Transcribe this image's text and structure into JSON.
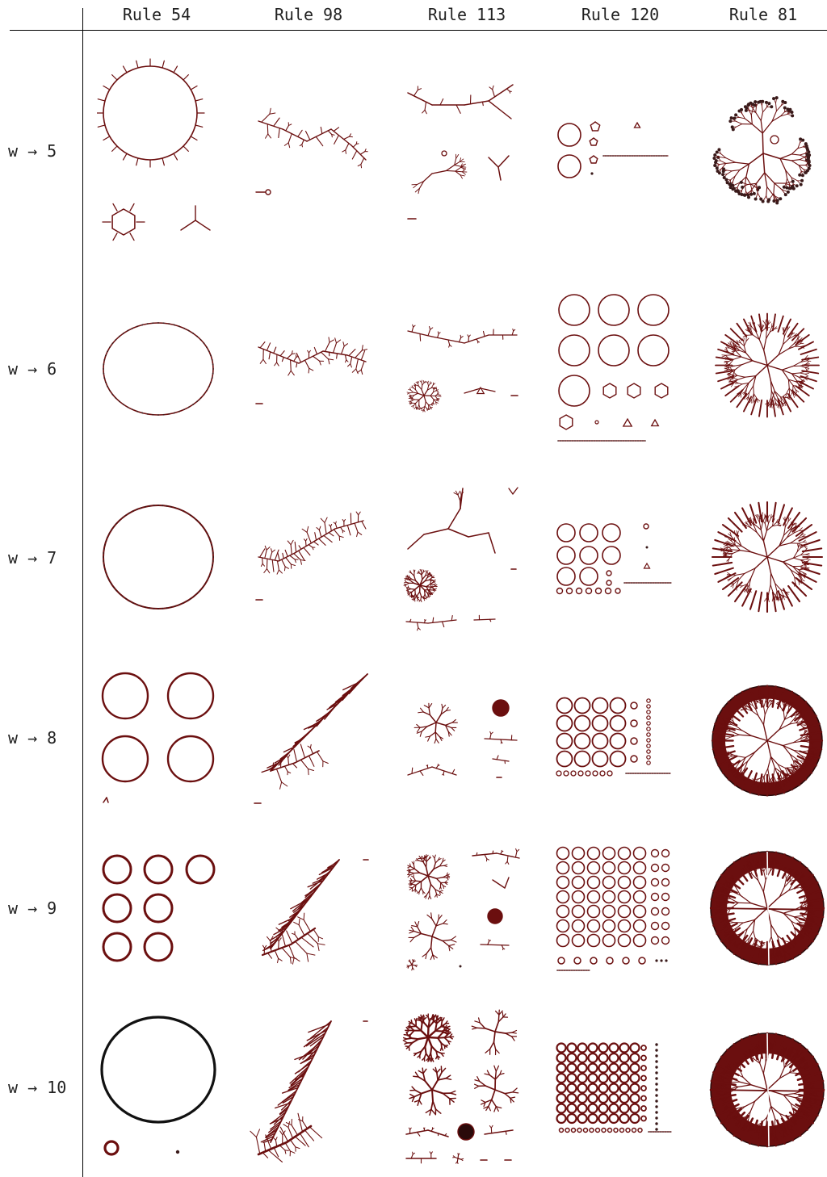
{
  "colors": {
    "graph": "#6b0f0f",
    "node": "#3a1a1a",
    "rule_line": "#000000",
    "text": "#222222"
  },
  "columns": [
    {
      "label": "Rule 54"
    },
    {
      "label": "Rule 98"
    },
    {
      "label": "Rule 113"
    },
    {
      "label": "Rule 120"
    },
    {
      "label": "Rule 81"
    }
  ],
  "rows": [
    {
      "label": "w → 5"
    },
    {
      "label": "w → 6"
    },
    {
      "label": "w → 7"
    },
    {
      "label": "w → 8"
    },
    {
      "label": "w → 9"
    },
    {
      "label": "w → 10"
    }
  ]
}
